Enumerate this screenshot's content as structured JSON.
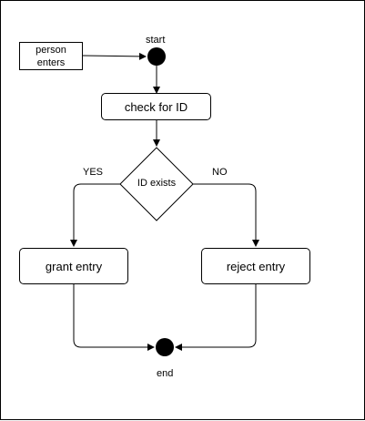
{
  "diagram": {
    "type": "activity-flowchart",
    "colors": {
      "stroke": "#000000",
      "fill": "#ffffff",
      "node_fill": "#000000"
    },
    "nodes": {
      "person": {
        "label_line1": "person",
        "label_line2": "enters"
      },
      "start": {
        "label": "start"
      },
      "check": {
        "label": "check for ID"
      },
      "decision": {
        "label": "ID exists"
      },
      "grant": {
        "label": "grant entry"
      },
      "reject": {
        "label": "reject entry"
      },
      "end": {
        "label": "end"
      }
    },
    "edges": {
      "yes_label": "YES",
      "no_label": "NO"
    }
  }
}
